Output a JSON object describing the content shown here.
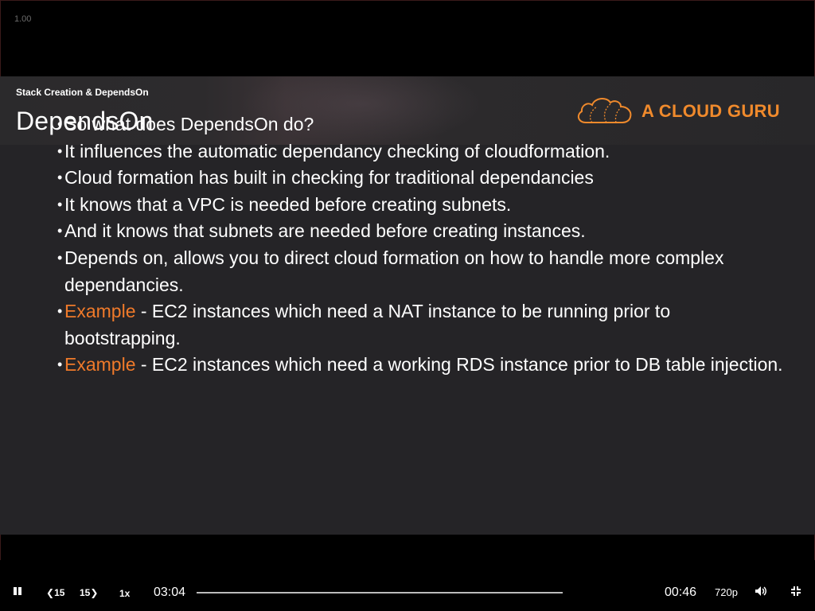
{
  "player": {
    "zoom_label": "1.00",
    "elapsed": "03:04",
    "remaining": "00:46",
    "speed": "1x",
    "back15": "15",
    "fwd15": "15",
    "quality": "720p",
    "progress": 0.0,
    "accent": "#f07a2a"
  },
  "slide": {
    "subtitle": "Stack Creation & DependsOn",
    "title": "DependsOn",
    "logo_text": "A CLOUD GURU",
    "bullets": [
      {
        "highlight": "",
        "text": "So what does DependsOn do?"
      },
      {
        "highlight": "",
        "text": "It influences the automatic dependancy checking of cloudformation."
      },
      {
        "highlight": "",
        "text": "Cloud formation has built in checking for traditional dependancies"
      },
      {
        "highlight": "",
        "text": "It knows that a VPC is needed before creating subnets."
      },
      {
        "highlight": "",
        "text": "And it knows that subnets are needed before creating instances."
      },
      {
        "highlight": "",
        "text": "Depends on, allows you to direct cloud formation on how to handle more complex dependancies."
      },
      {
        "highlight": "Example",
        "text": " - EC2 instances which need a NAT instance to be running prior to bootstrapping."
      },
      {
        "highlight": "Example",
        "text": " - EC2 instances which need a working RDS instance prior to DB table injection."
      }
    ]
  },
  "icons": {
    "play_pause": "pause-icon",
    "back": "rewind-15-icon",
    "forward": "forward-15-icon",
    "volume": "volume-icon",
    "fullscreen": "exit-fullscreen-icon",
    "logo": "cloud-logo-icon"
  }
}
